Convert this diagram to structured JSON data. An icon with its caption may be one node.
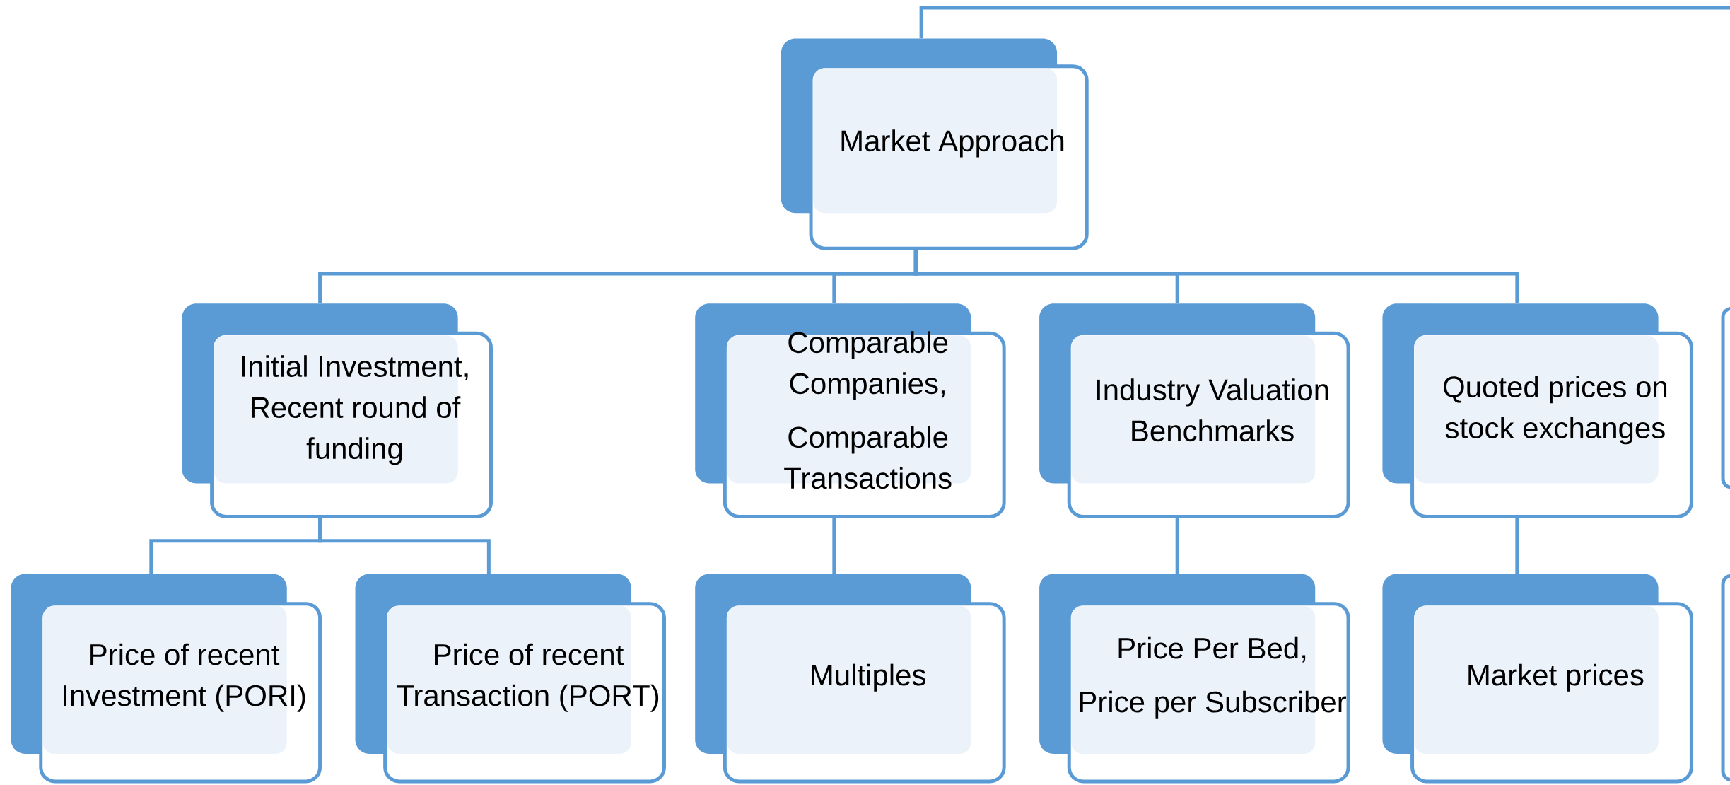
{
  "diagram": {
    "nodes": [
      {
        "text": [
          "Market Approach"
        ]
      },
      {
        "text": [
          "Initial Investment, Recent round of funding"
        ]
      },
      {
        "text": [
          "Comparable Companies,",
          "Comparable Transactions"
        ]
      },
      {
        "text": [
          "Industry Valuation Benchmarks"
        ]
      },
      {
        "text": [
          "Quoted prices on stock exchanges"
        ]
      },
      {
        "text": [],
        "shape": "box"
      },
      {
        "text": [
          "Price of recent Investment (PORI)"
        ]
      },
      {
        "text": [
          "Price of recent Transaction (PORT)"
        ]
      },
      {
        "text": [
          "Multiples"
        ]
      },
      {
        "text": [
          "Price Per Bed,",
          "Price per Subscriber"
        ]
      },
      {
        "text": [
          "Market prices"
        ]
      },
      {
        "text": [],
        "shape": "box"
      }
    ],
    "edges": [
      {
        "from": null,
        "to": 0,
        "arrow": "none"
      },
      {
        "from": 0,
        "to": 1,
        "arrow": "none"
      },
      {
        "from": 0,
        "to": 2,
        "arrow": "none"
      },
      {
        "from": 0,
        "to": 3,
        "arrow": "none"
      },
      {
        "from": 0,
        "to": 4,
        "arrow": "none"
      },
      {
        "from": 1,
        "to": 6,
        "arrow": "none"
      },
      {
        "from": 1,
        "to": 7,
        "arrow": "none"
      },
      {
        "from": 2,
        "to": 8,
        "arrow": "none"
      },
      {
        "from": 3,
        "to": 9,
        "arrow": "none"
      },
      {
        "from": 4,
        "to": 10,
        "arrow": "none"
      }
    ]
  }
}
